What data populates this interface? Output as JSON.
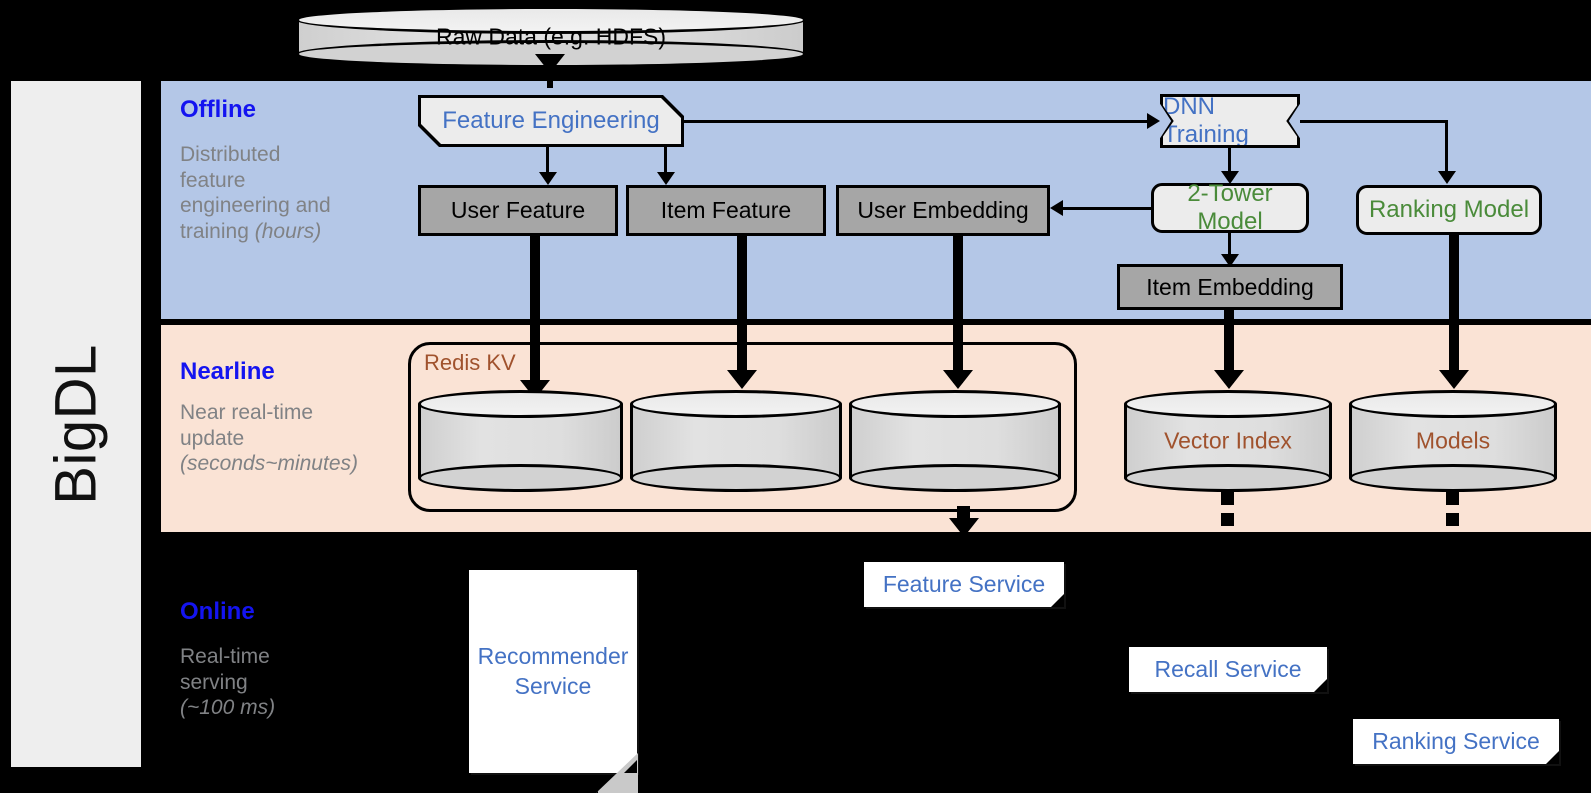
{
  "framework": {
    "name": "BigDL"
  },
  "source": {
    "label": "Raw Data (e.g. HDFS)"
  },
  "bands": {
    "offline": {
      "title": "Offline",
      "subtitle_line1": "Distributed",
      "subtitle_line2": "feature",
      "subtitle_line3": "engineering and",
      "subtitle_line4": "training",
      "subtitle_emphasis": "(hours)"
    },
    "nearline": {
      "title": "Nearline",
      "subtitle_line1": "Near real-time",
      "subtitle_line2": "update",
      "subtitle_emphasis": "(seconds~minutes)"
    },
    "online": {
      "title": "Online",
      "subtitle_line1": "Real-time",
      "subtitle_line2": "serving",
      "subtitle_emphasis": "(~100 ms)"
    }
  },
  "offline_nodes": {
    "feature_engineering": "Feature Engineering",
    "dnn_training": "DNN Training",
    "user_feature": "User Feature",
    "item_feature": "Item Feature",
    "user_embedding": "User Embedding",
    "two_tower_model": "2-Tower Model",
    "ranking_model": "Ranking Model",
    "item_embedding": "Item Embedding"
  },
  "nearline_nodes": {
    "redis_group": "Redis KV",
    "store_user_feature": "",
    "store_item_feature": "",
    "store_user_embedding": "",
    "vector_index": "Vector Index",
    "models": "Models"
  },
  "online_nodes": {
    "recommender_service": "Recommender\nService",
    "recommender_service_line1": "Recommender",
    "recommender_service_line2": "Service",
    "feature_service": "Feature Service",
    "recall_service": "Recall Service",
    "ranking_service": "Ranking Service"
  },
  "colors": {
    "offline_band": "#b4c7e7",
    "nearline_band": "#fae3d5",
    "online_band": "#000000",
    "band_title": "#1414f0",
    "band_subtitle": "#808285",
    "process_blue_text": "#4472c4",
    "process_green_text": "#4a8b3a",
    "data_box_fill": "#a6a6a6",
    "redis_label": "#a0522d",
    "rail_fill": "#eeeeee"
  }
}
